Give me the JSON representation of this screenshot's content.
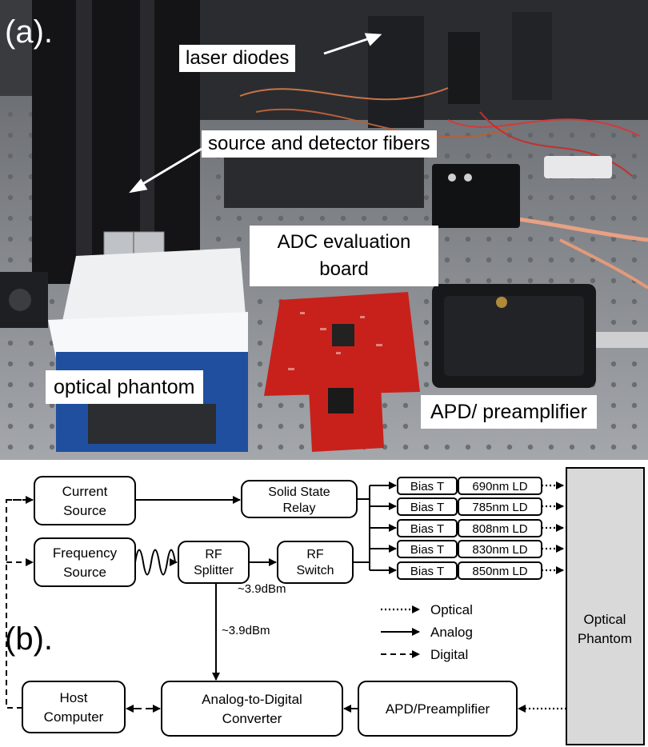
{
  "panel_a": {
    "label": "(a).",
    "callouts": {
      "laser_diodes": "laser diodes",
      "fibers": "source and detector fibers",
      "adc_board_line1": "ADC evaluation",
      "adc_board_line2": "board",
      "optical_phantom": "optical phantom",
      "apd": "APD/ preamplifier"
    }
  },
  "panel_b": {
    "label": "(b).",
    "blocks": {
      "current_source": [
        "Current",
        "Source"
      ],
      "frequency_source": [
        "Frequency",
        "Source"
      ],
      "solid_state_relay": [
        "Solid State",
        "Relay"
      ],
      "rf_splitter": [
        "RF",
        "Splitter"
      ],
      "rf_switch": [
        "RF",
        "Switch"
      ],
      "optical_phantom": [
        "Optical",
        "Phantom"
      ],
      "host_computer": [
        "Host",
        "Computer"
      ],
      "adc": [
        "Analog-to-Digital",
        "Converter"
      ],
      "apd_preamp": [
        "APD/Preamplifier"
      ]
    },
    "bias_t_label": "Bias T",
    "laser_diodes": [
      "690nm LD",
      "785nm LD",
      "808nm LD",
      "830nm LD",
      "850nm LD"
    ],
    "power_labels": [
      "~3.9dBm",
      "~3.9dBm"
    ],
    "legend": [
      "Optical",
      "Analog",
      "Digital"
    ]
  },
  "colors": {
    "phantom_fill": "#d9d9d9",
    "board_red": "#c8211b",
    "table_gray": "#8d9196"
  }
}
